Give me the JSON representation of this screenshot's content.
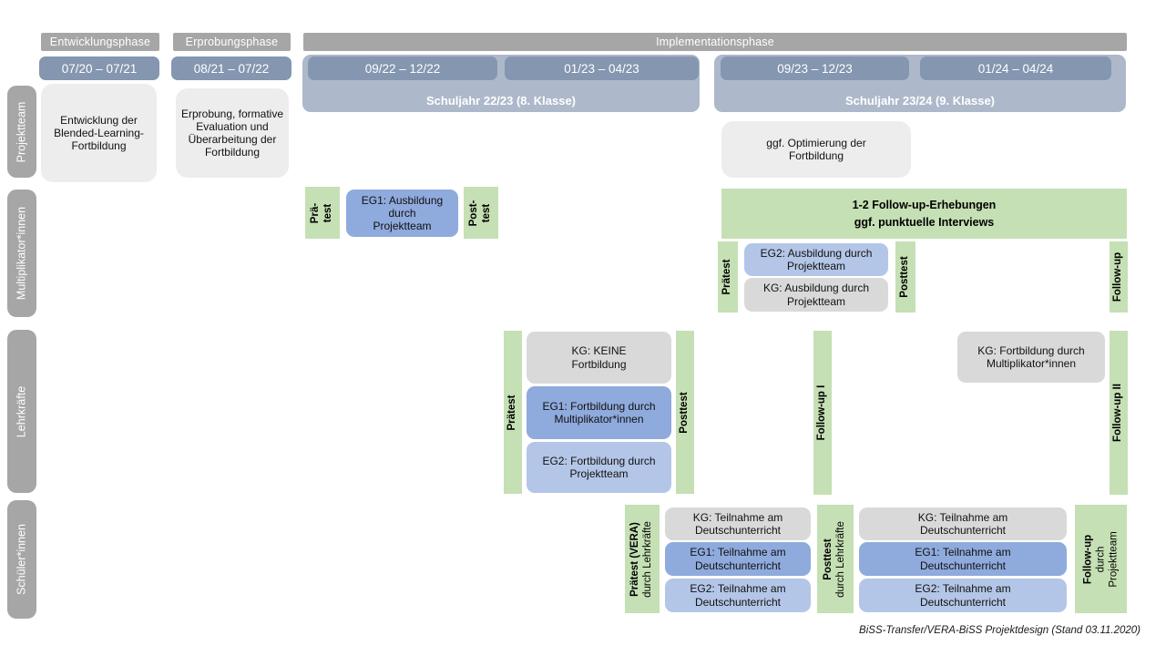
{
  "caption": "BiSS-Transfer/VERA-BiSS Projektdesign (Stand 03.11.2020)",
  "colors": {
    "header_gray": "#a6a6a6",
    "period_blue": "#8496b0",
    "schoolyear_blue": "#adb9ca",
    "green": "#c5e0b4",
    "eg1_blue": "#8faadc",
    "eg2_blue": "#b4c6e7",
    "kg_gray": "#d9d9d9",
    "light_gray": "#ededed"
  },
  "phases": {
    "entwicklung": "Entwicklungsphase",
    "erprobung": "Erprobungsphase",
    "implementation": "Implementationsphase"
  },
  "periods": {
    "p1": "07/20 – 07/21",
    "p2": "08/21 – 07/22",
    "p3": "09/22 – 12/22",
    "p4": "01/23 – 04/23",
    "p5": "09/23 – 12/23",
    "p6": "01/24 – 04/24"
  },
  "school_years": {
    "y2223": "Schuljahr 22/23 (8. Klasse)",
    "y2324": "Schuljahr 23/24 (9. Klasse)"
  },
  "row_labels": {
    "projektteam": "Projektteam",
    "multiplikatoren": "Multiplikator*innen",
    "lehrkraefte": "Lehrkräfte",
    "schueler": "Schüler*innen"
  },
  "boxes": {
    "entwicklung": "Entwicklung der Blended-Learning-Fortbildung",
    "erprobung": "Erprobung, formative Evaluation und Überarbeitung der Fortbildung",
    "optimierung": "ggf. Optimierung der Fortbildung",
    "eg1_ausbildung": "EG1: Ausbildung durch Projektteam",
    "eg2_ausbildung": "EG2: Ausbildung durch Projektteam",
    "kg_ausbildung": "KG: Ausbildung durch Projektteam",
    "kg_keine": "KG: KEINE Fortbildung",
    "eg1_fortbildung": "EG1: Fortbildung durch Multiplikator*innen",
    "eg2_fortbildung": "EG2: Fortbildung durch Projektteam",
    "kg_fortbildung": "KG: Fortbildung durch Multiplikator*innen",
    "kg_teilnahme": "KG: Teilnahme am Deutschunterricht",
    "eg1_teilnahme": "EG1: Teilnahme am Deutschunterricht",
    "eg2_teilnahme": "EG2: Teilnahme am Deutschunterricht"
  },
  "banner": {
    "line1": "1-2 Follow-up-Erhebungen",
    "line2": "ggf. punktuelle Interviews"
  },
  "markers": {
    "prae_line1": "Prä-",
    "prae_line2": "test",
    "post_line1": "Post-",
    "post_line2": "test",
    "praetest": "Prätest",
    "posttest": "Posttest",
    "followup": "Follow-up",
    "followup1": "Follow-up I",
    "followup2": "Follow-up II",
    "praetest_vera": "Prätest (VERA)",
    "durch_lehrkraefte": "durch Lehrkräfte",
    "durch": "durch",
    "projektteam": "Projektteam"
  }
}
